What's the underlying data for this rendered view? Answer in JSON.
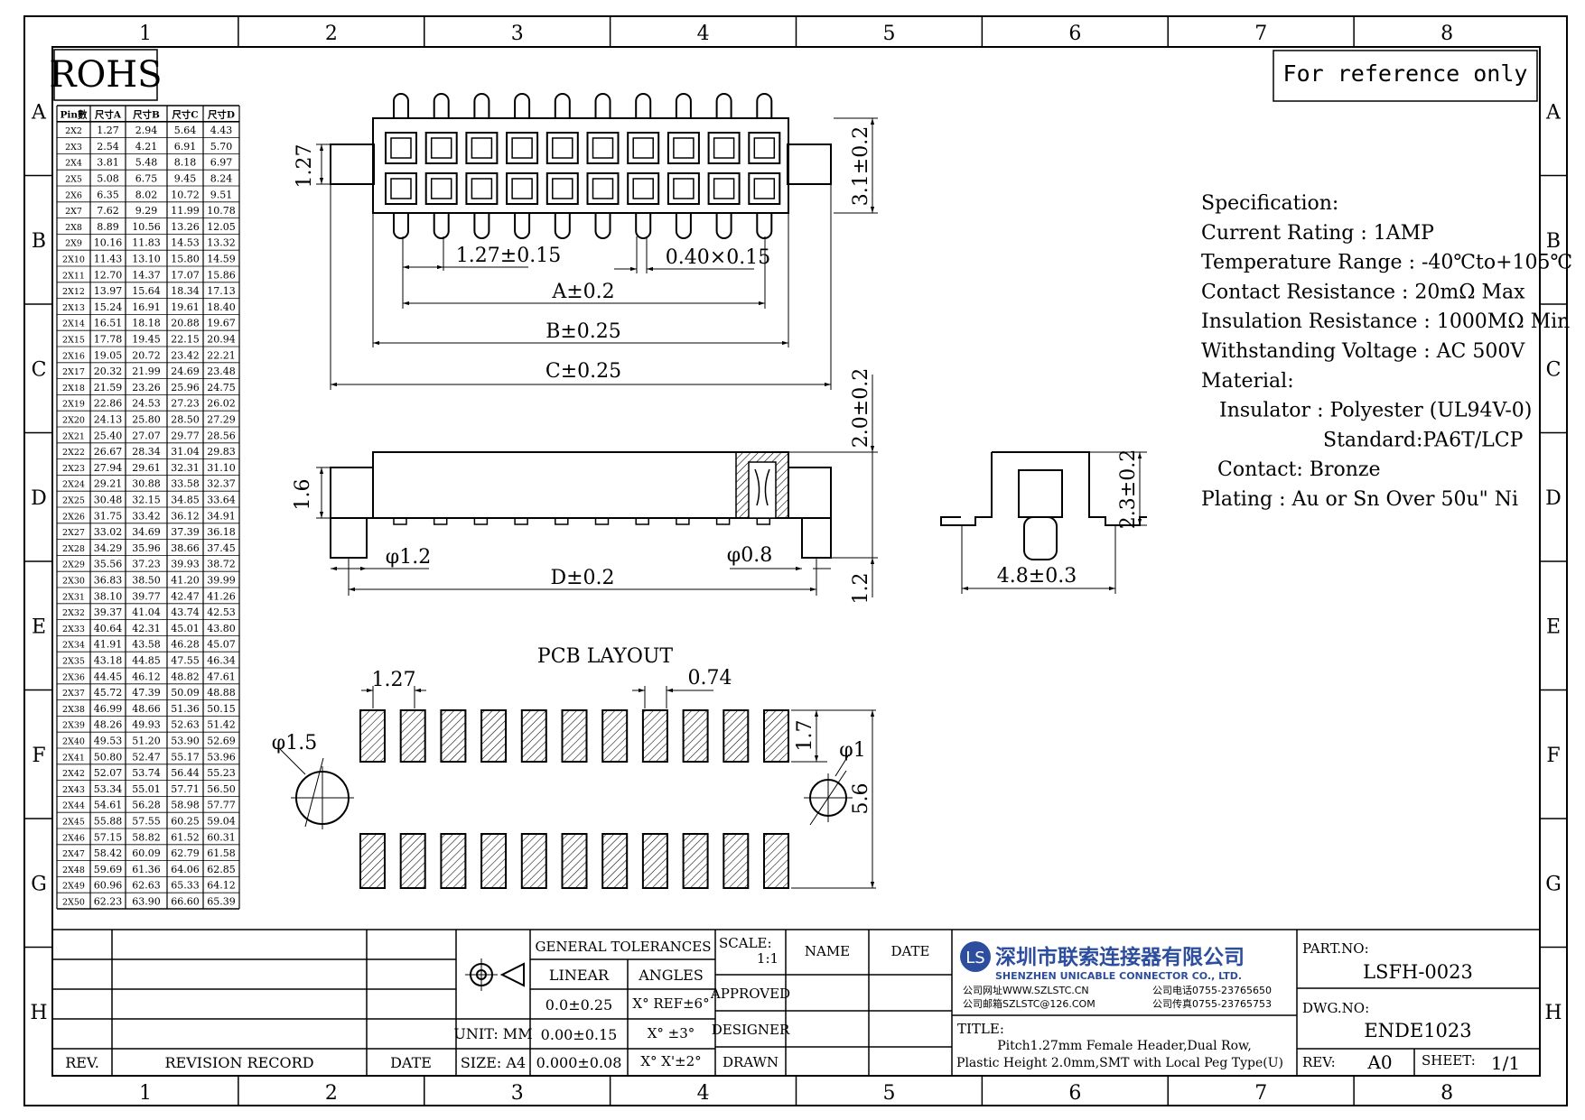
{
  "zones": {
    "columns": [
      "1",
      "2",
      "3",
      "4",
      "5",
      "6",
      "7",
      "8"
    ],
    "rows": [
      "A",
      "B",
      "C",
      "D",
      "E",
      "F",
      "G",
      "H"
    ]
  },
  "rohs_label": "ROHS",
  "reference_note": "For reference only",
  "pin_table": {
    "headers": [
      "Pin數",
      "尺寸A",
      "尺寸B",
      "尺寸C",
      "尺寸D"
    ],
    "rows": [
      [
        "2X2",
        "1.27",
        "2.94",
        "5.64",
        "4.43"
      ],
      [
        "2X3",
        "2.54",
        "4.21",
        "6.91",
        "5.70"
      ],
      [
        "2X4",
        "3.81",
        "5.48",
        "8.18",
        "6.97"
      ],
      [
        "2X5",
        "5.08",
        "6.75",
        "9.45",
        "8.24"
      ],
      [
        "2X6",
        "6.35",
        "8.02",
        "10.72",
        "9.51"
      ],
      [
        "2X7",
        "7.62",
        "9.29",
        "11.99",
        "10.78"
      ],
      [
        "2X8",
        "8.89",
        "10.56",
        "13.26",
        "12.05"
      ],
      [
        "2X9",
        "10.16",
        "11.83",
        "14.53",
        "13.32"
      ],
      [
        "2X10",
        "11.43",
        "13.10",
        "15.80",
        "14.59"
      ],
      [
        "2X11",
        "12.70",
        "14.37",
        "17.07",
        "15.86"
      ],
      [
        "2X12",
        "13.97",
        "15.64",
        "18.34",
        "17.13"
      ],
      [
        "2X13",
        "15.24",
        "16.91",
        "19.61",
        "18.40"
      ],
      [
        "2X14",
        "16.51",
        "18.18",
        "20.88",
        "19.67"
      ],
      [
        "2X15",
        "17.78",
        "19.45",
        "22.15",
        "20.94"
      ],
      [
        "2X16",
        "19.05",
        "20.72",
        "23.42",
        "22.21"
      ],
      [
        "2X17",
        "20.32",
        "21.99",
        "24.69",
        "23.48"
      ],
      [
        "2X18",
        "21.59",
        "23.26",
        "25.96",
        "24.75"
      ],
      [
        "2X19",
        "22.86",
        "24.53",
        "27.23",
        "26.02"
      ],
      [
        "2X20",
        "24.13",
        "25.80",
        "28.50",
        "27.29"
      ],
      [
        "2X21",
        "25.40",
        "27.07",
        "29.77",
        "28.56"
      ],
      [
        "2X22",
        "26.67",
        "28.34",
        "31.04",
        "29.83"
      ],
      [
        "2X23",
        "27.94",
        "29.61",
        "32.31",
        "31.10"
      ],
      [
        "2X24",
        "29.21",
        "30.88",
        "33.58",
        "32.37"
      ],
      [
        "2X25",
        "30.48",
        "32.15",
        "34.85",
        "33.64"
      ],
      [
        "2X26",
        "31.75",
        "33.42",
        "36.12",
        "34.91"
      ],
      [
        "2X27",
        "33.02",
        "34.69",
        "37.39",
        "36.18"
      ],
      [
        "2X28",
        "34.29",
        "35.96",
        "38.66",
        "37.45"
      ],
      [
        "2X29",
        "35.56",
        "37.23",
        "39.93",
        "38.72"
      ],
      [
        "2X30",
        "36.83",
        "38.50",
        "41.20",
        "39.99"
      ],
      [
        "2X31",
        "38.10",
        "39.77",
        "42.47",
        "41.26"
      ],
      [
        "2X32",
        "39.37",
        "41.04",
        "43.74",
        "42.53"
      ],
      [
        "2X33",
        "40.64",
        "42.31",
        "45.01",
        "43.80"
      ],
      [
        "2X34",
        "41.91",
        "43.58",
        "46.28",
        "45.07"
      ],
      [
        "2X35",
        "43.18",
        "44.85",
        "47.55",
        "46.34"
      ],
      [
        "2X36",
        "44.45",
        "46.12",
        "48.82",
        "47.61"
      ],
      [
        "2X37",
        "45.72",
        "47.39",
        "50.09",
        "48.88"
      ],
      [
        "2X38",
        "46.99",
        "48.66",
        "51.36",
        "50.15"
      ],
      [
        "2X39",
        "48.26",
        "49.93",
        "52.63",
        "51.42"
      ],
      [
        "2X40",
        "49.53",
        "51.20",
        "53.90",
        "52.69"
      ],
      [
        "2X41",
        "50.80",
        "52.47",
        "55.17",
        "53.96"
      ],
      [
        "2X42",
        "52.07",
        "53.74",
        "56.44",
        "55.23"
      ],
      [
        "2X43",
        "53.34",
        "55.01",
        "57.71",
        "56.50"
      ],
      [
        "2X44",
        "54.61",
        "56.28",
        "58.98",
        "57.77"
      ],
      [
        "2X45",
        "55.88",
        "57.55",
        "60.25",
        "59.04"
      ],
      [
        "2X46",
        "57.15",
        "58.82",
        "61.52",
        "60.31"
      ],
      [
        "2X47",
        "58.42",
        "60.09",
        "62.79",
        "61.58"
      ],
      [
        "2X48",
        "59.69",
        "61.36",
        "64.06",
        "62.85"
      ],
      [
        "2X49",
        "60.96",
        "62.63",
        "65.33",
        "64.12"
      ],
      [
        "2X50",
        "62.23",
        "63.90",
        "66.60",
        "65.39"
      ]
    ]
  },
  "dims": {
    "top_pitch": "1.27±0.15",
    "top_pin": "0.40×0.15",
    "dim_a": "A±0.2",
    "dim_b": "B±0.25",
    "dim_c": "C±0.25",
    "left_127": "1.27",
    "right_31": "3.1±0.2",
    "height_20": "2.0±0.2",
    "side_16": "1.6",
    "side_12": "1.2",
    "peg_12": "φ1.2",
    "peg_08": "φ0.8",
    "dim_d": "D±0.2",
    "end_23": "2.3±0.2",
    "end_48": "4.8±0.3",
    "pcb_title": "PCB LAYOUT",
    "pcb_127": "1.27",
    "pcb_074": "0.74",
    "pcb_15": "φ1.5",
    "pcb_1": "φ1",
    "pcb_17": "1.7",
    "pcb_56": "5.6"
  },
  "spec": {
    "lines": [
      "Specification:",
      "Current Rating : 1AMP",
      "Temperature Range : -40℃to+105℃",
      "Contact Resistance : 20mΩ Max",
      "Insulation Resistance : 1000MΩ Min",
      "Withstanding Voltage : AC 500V",
      "Material:",
      "Insulator : Polyester (UL94V-0)",
      "Standard:PA6T/LCP",
      "Contact: Bronze",
      "Plating : Au or Sn Over 50u\" Ni"
    ]
  },
  "title_block": {
    "rev_col": "REV.",
    "revision_record": "REVISION RECORD",
    "date_col": "DATE",
    "general_tolerances": "GENERAL TOLERANCES",
    "linear": "LINEAR",
    "angles": "ANGLES",
    "tol_1": "0.0±0.25",
    "tol_2": "0.00±0.15",
    "tol_3": "0.000±0.08",
    "ang_1": "X° REF±6°",
    "ang_2": "X° ±3°",
    "ang_3": "X° X'±2°",
    "unit": "UNIT: MM",
    "size": "SIZE: A4",
    "scale_label": "SCALE:",
    "scale_value": "1:1",
    "name": "NAME",
    "date": "DATE",
    "approved": "APPROVED",
    "designer": "DESIGNER",
    "drawn": "DRAWN",
    "company_cn": "深圳市联索连接器有限公司",
    "company_en": "SHENZHEN UNICABLE CONNECTOR CO., LTD.",
    "website": "公司网址WWW.SZLSTC.CN",
    "email": "公司邮箱SZLSTC@126.COM",
    "phone": "公司电话0755-23765650",
    "fax": "公司传真0755-23765753",
    "title_label": "TITLE:",
    "title_line1": "Pitch1.27mm Female Header,Dual Row,",
    "title_line2": "Plastic Height 2.0mm,SMT with Local Peg Type(U)",
    "part_no_label": "PART.NO:",
    "part_no": "LSFH-0023",
    "dwg_no_label": "DWG.NO:",
    "dwg_no": "ENDE1023",
    "rev_label": "REV:",
    "rev_value": "A0",
    "sheet_label": "SHEET:",
    "sheet_value": "1/1"
  },
  "icons": {
    "projection": "third-angle-projection-icon",
    "logo": "company-logo-icon"
  }
}
